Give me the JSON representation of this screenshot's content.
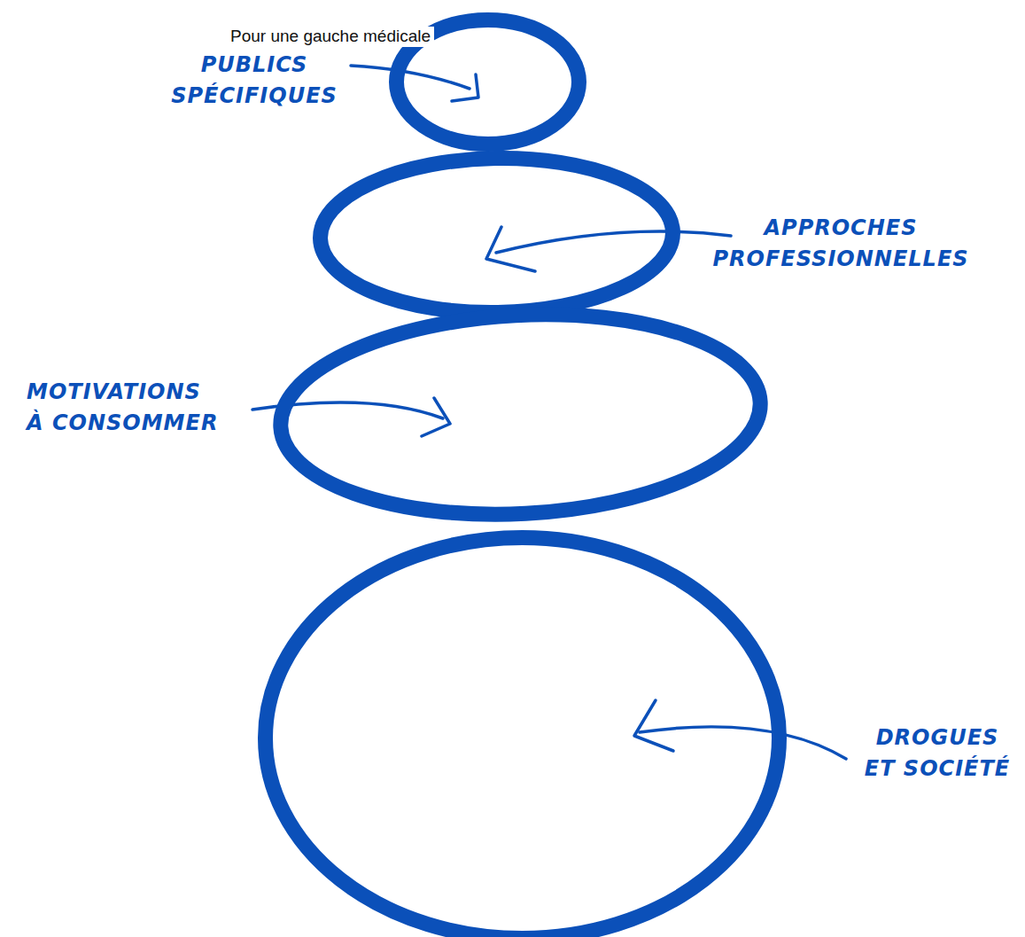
{
  "diagram": {
    "title": "Pour une gauche médicale",
    "nodes": [
      {
        "text": [
          "PUBLICS SPÉCIFIQUES"
        ]
      },
      {
        "text": [
          "APPROCHES PROFESSIONNELLES"
        ]
      },
      {
        "text": [
          "MOTIVATIONS À CONSOMMER"
        ]
      },
      {
        "text": [
          "DROGUES ET SOCIÉTÉ"
        ]
      }
    ]
  }
}
